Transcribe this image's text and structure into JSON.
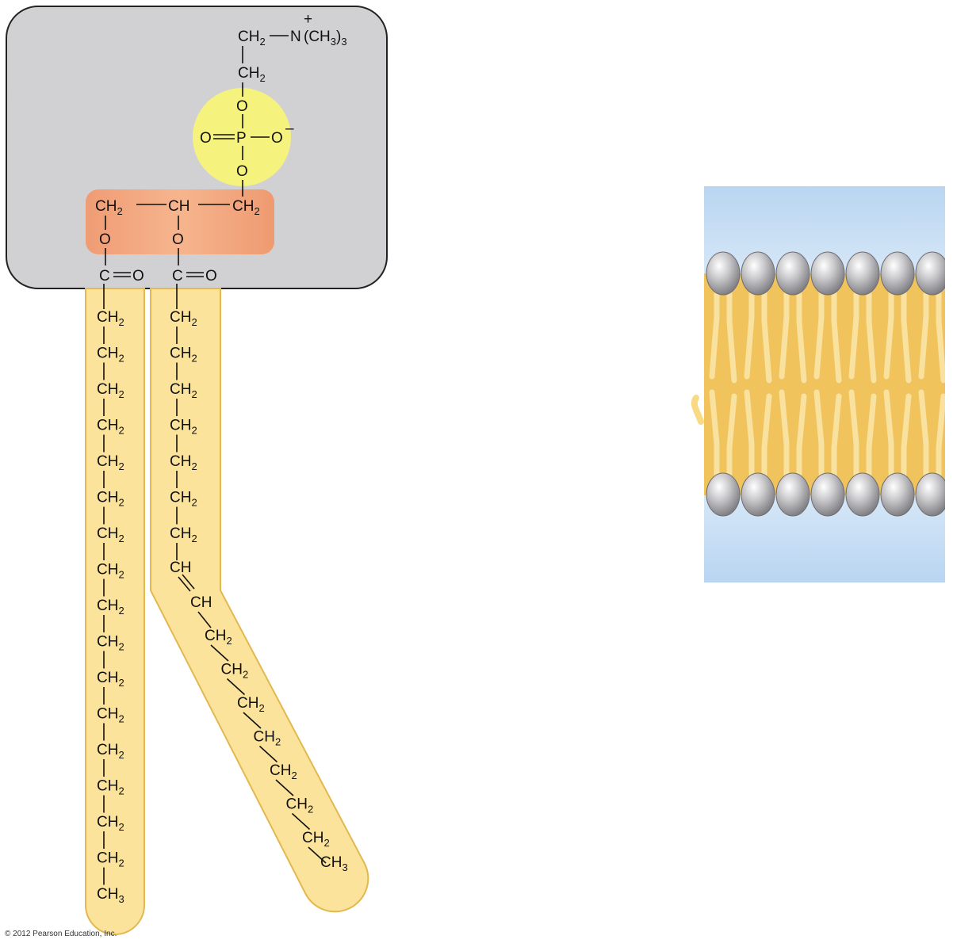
{
  "structure": {
    "choline": {
      "ch2": "CH",
      "n_plus": "N",
      "plus": "+",
      "methyl": "(CH",
      "methyl_sub": "3",
      "methyl_close": ")",
      "count_sub": "3"
    },
    "phosphate": {
      "o_top": "O",
      "o_left": "O",
      "p": "P",
      "o_right": "O",
      "minus": "–",
      "o_bottom": "O"
    },
    "glycerol": {
      "ch2_left": "CH",
      "ch": "CH",
      "ch2_right": "CH",
      "o_left": "O",
      "o_right": "O"
    },
    "ester": {
      "c": "C",
      "o": "O"
    },
    "sub2": "2",
    "sub3": "3",
    "chain_unit": "CH",
    "chain_end": "CH",
    "double_bond_unit": "CH",
    "saturated_tail_ch2_count": 16,
    "unsaturated_tail_before_double_bond": 7,
    "unsaturated_tail_after_double_bond": 7
  },
  "colors": {
    "head_box": "#d1d1d3",
    "phosphate_circle": "#f6f27e",
    "glycerol_band": "#f2a57b",
    "tail_fill": "#fbe39b",
    "tail_stroke": "#e2b84f",
    "membrane_water": "#c3dcf3",
    "membrane_core": "#f1c35c",
    "head_sphere": "#a7a7ab"
  },
  "copyright": "© 2012 Pearson Education, Inc."
}
